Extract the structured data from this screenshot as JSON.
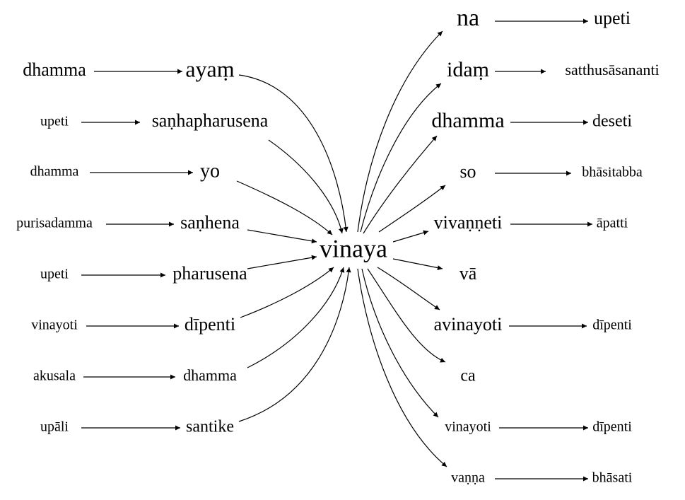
{
  "center": "vinaya",
  "left_rows": [
    {
      "source": "dhamma",
      "target": "ayaṃ"
    },
    {
      "source": "upeti",
      "target": "saṇhapharusena"
    },
    {
      "source": "dhamma",
      "target": "yo"
    },
    {
      "source": "purisadamma",
      "target": "saṇhena"
    },
    {
      "source": "upeti",
      "target": "pharusena"
    },
    {
      "source": "vinayoti",
      "target": "dīpenti"
    },
    {
      "source": "akusala",
      "target": "dhamma"
    },
    {
      "source": "upāli",
      "target": "santike"
    }
  ],
  "right_rows": [
    {
      "node": "na",
      "target": "upeti"
    },
    {
      "node": "idaṃ",
      "target": "satthusāsananti"
    },
    {
      "node": "dhamma",
      "target": "deseti"
    },
    {
      "node": "so",
      "target": "bhāsitabba"
    },
    {
      "node": "vivaṇṇeti",
      "target": "āpatti"
    },
    {
      "node": "vā",
      "target": ""
    },
    {
      "node": "avinayoti",
      "target": "dīpenti"
    },
    {
      "node": "ca",
      "target": ""
    },
    {
      "node": "vinayoti",
      "target": "dīpenti"
    },
    {
      "node": "vaṇṇa",
      "target": "bhāsati"
    }
  ]
}
